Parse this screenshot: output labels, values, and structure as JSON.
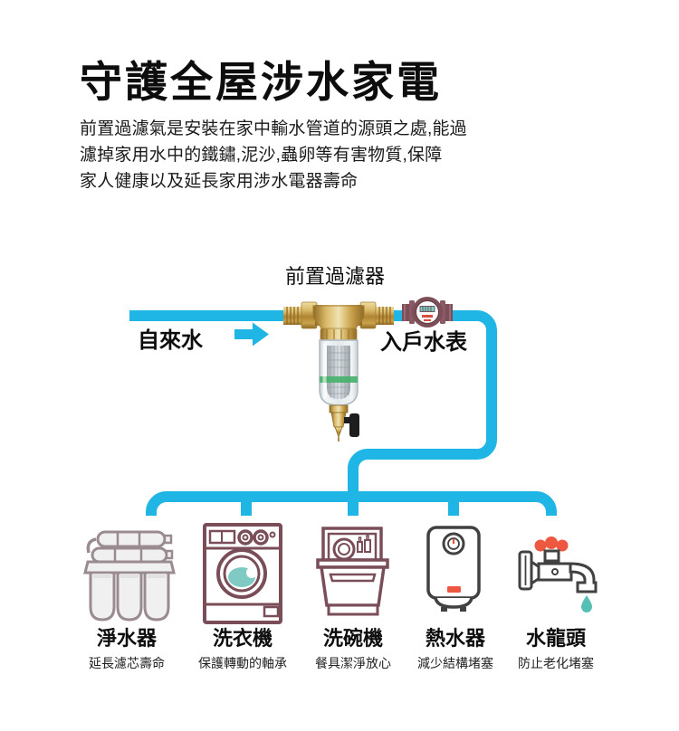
{
  "header": {
    "title": "守護全屋涉水家電",
    "description_lines": [
      "前置過濾氣是安裝在家中輸水管道的源頭之處,能過",
      "濾掉家用水中的鐵鏽,泥沙,蟲卵等有害物質,保障",
      "家人健康以及延長家用涉水電器壽命"
    ]
  },
  "diagram": {
    "prefilter_label": "前置過濾器",
    "tap_water_label": "自來水",
    "water_meter_label": "入戶水表",
    "flow_direction": "right",
    "icons": [
      "flow-arrow-icon",
      "water-meter-icon",
      "prefilter-device-icon"
    ]
  },
  "appliances": [
    {
      "name": "淨水器",
      "benefit": "延長濾芯壽命",
      "icon": "water-purifier-icon"
    },
    {
      "name": "洗衣機",
      "benefit": "保護轉動的軸承",
      "icon": "washing-machine-icon"
    },
    {
      "name": "洗碗機",
      "benefit": "餐具潔淨放心",
      "icon": "dishwasher-icon"
    },
    {
      "name": "熱水器",
      "benefit": "減少結構堵塞",
      "icon": "water-heater-icon"
    },
    {
      "name": "水龍頭",
      "benefit": "防止老化堵塞",
      "icon": "faucet-icon"
    }
  ],
  "colors": {
    "pipe": "#1FB5E5",
    "text": "#0d0d0d",
    "icon_outline_maroon": "#7A4E58",
    "icon_outline_dark": "#414141",
    "purifier_outline": "#9A8B91",
    "teal_water": "#7FCBC3",
    "red_accent": "#ED5742",
    "meter_body": "#7D4E58",
    "brass": "#C9A24B",
    "green_band": "#45B06B"
  }
}
